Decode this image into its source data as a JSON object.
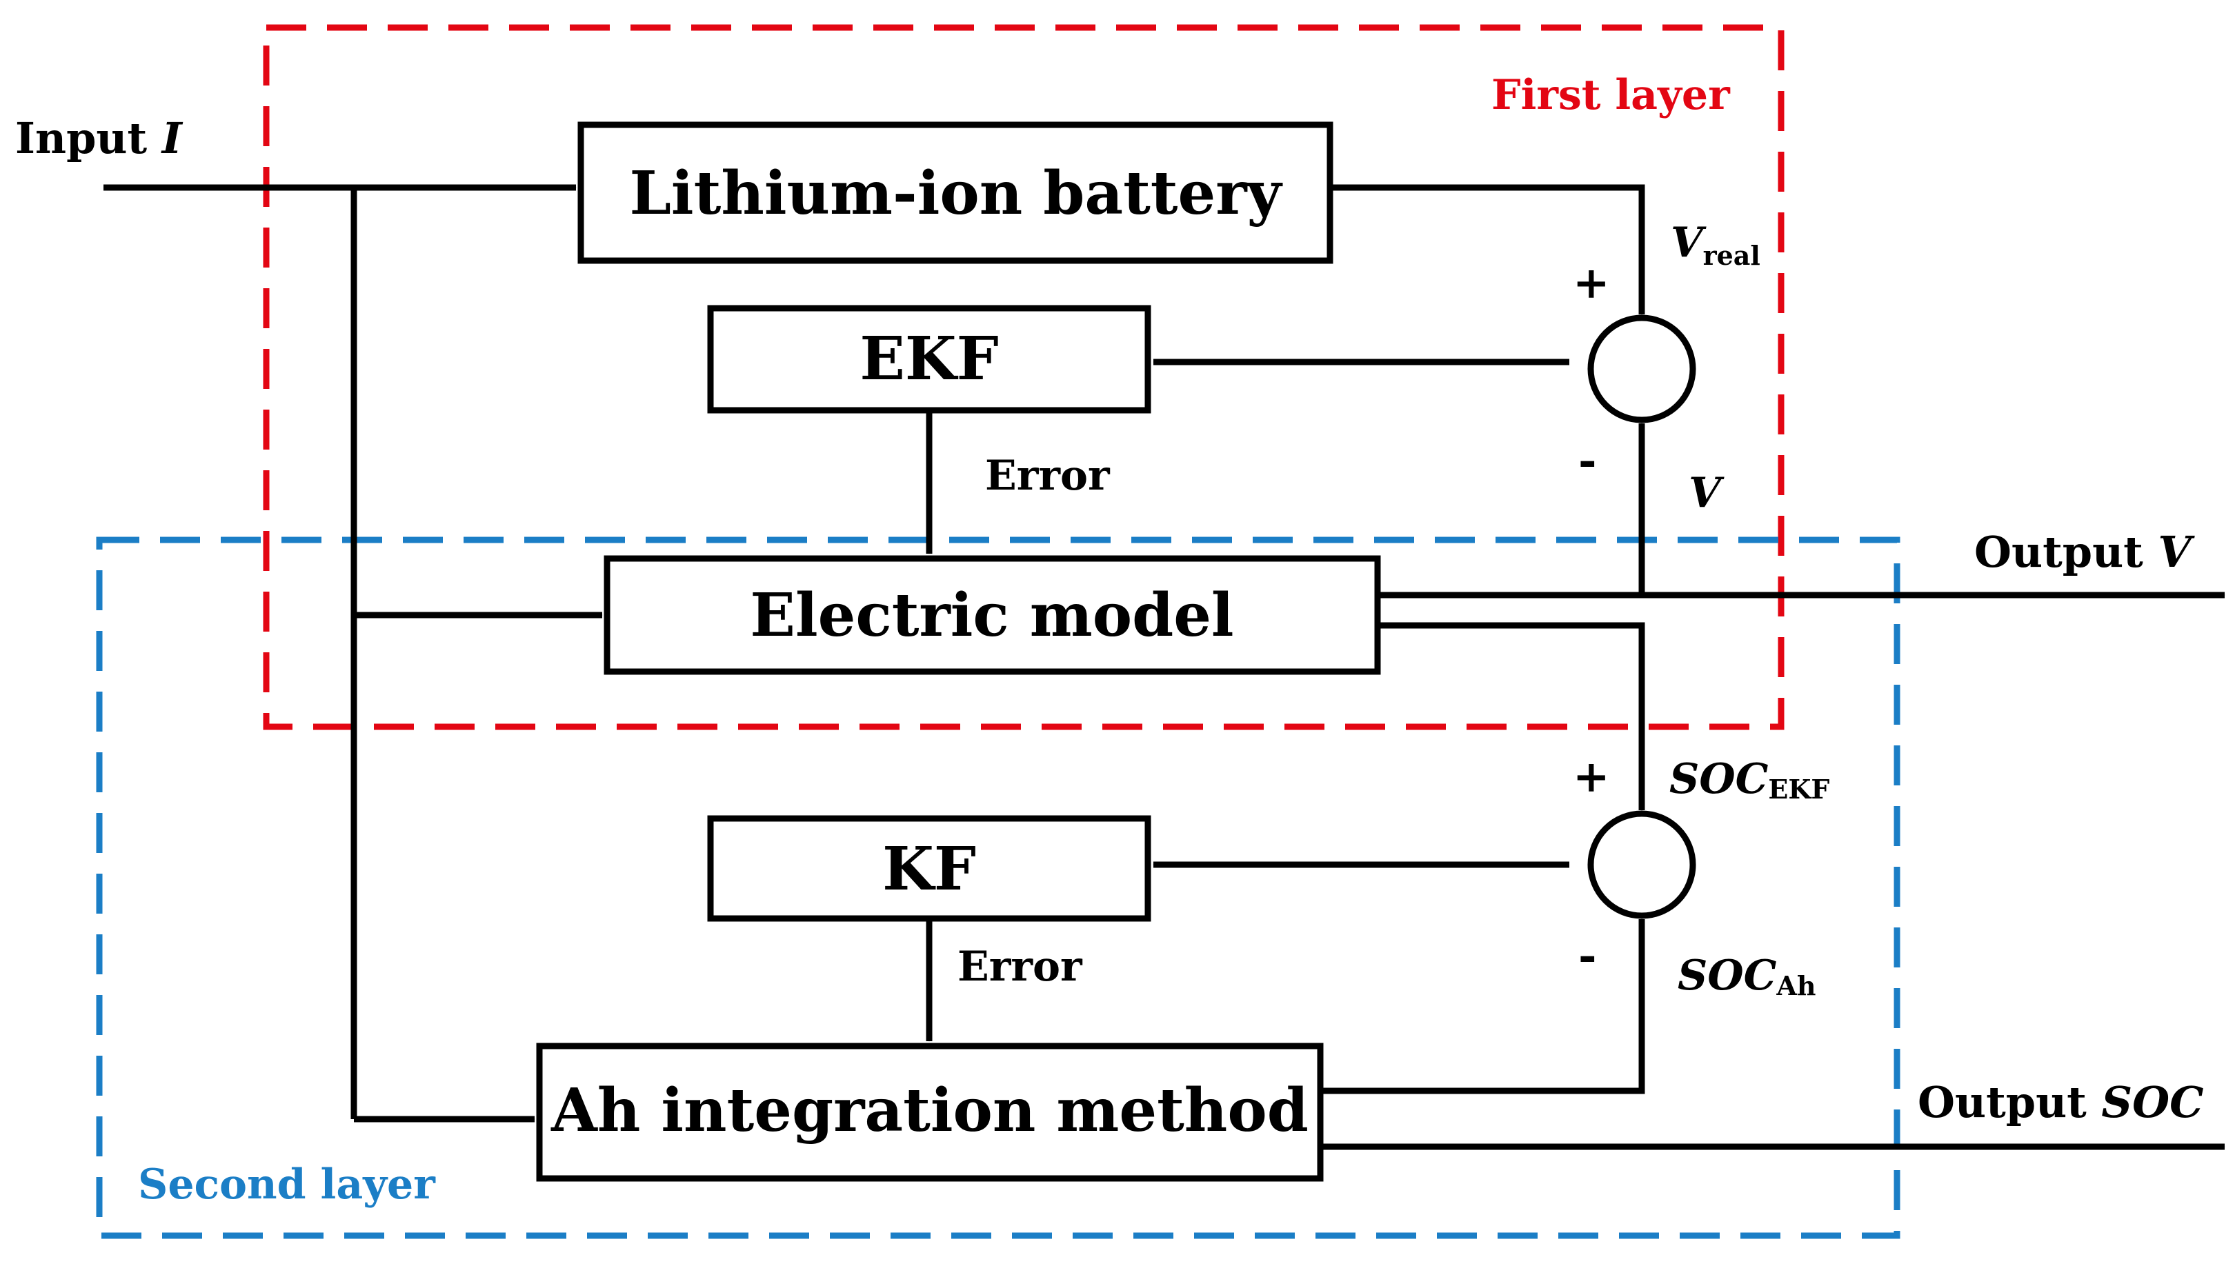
{
  "colors": {
    "first_layer": "#e30613",
    "second_layer": "#1b7ec6",
    "line": "#000000"
  },
  "layers": {
    "first": "First layer",
    "second": "Second layer"
  },
  "blocks": {
    "battery": "Lithium-ion battery",
    "ekf": "EKF",
    "electric_model": "Electric model",
    "kf": "KF",
    "ah": "Ah integration method"
  },
  "io": {
    "input_text": "Input ",
    "input_var": "I",
    "output_v_text": "Output ",
    "output_v_var": "V",
    "output_soc_text": "Output ",
    "output_soc_var": "SOC"
  },
  "signals": {
    "v_real_main": "V",
    "v_real_sub": "real",
    "v": "V",
    "error_1": "Error",
    "error_2": "Error",
    "soc_ekf_main": "SOC",
    "soc_ekf_sub": "EKF",
    "soc_ah_main": "SOC",
    "soc_ah_sub": "Ah"
  },
  "signs": {
    "plus_1": "+",
    "minus_1": "-",
    "plus_2": "+",
    "minus_2": "-"
  }
}
